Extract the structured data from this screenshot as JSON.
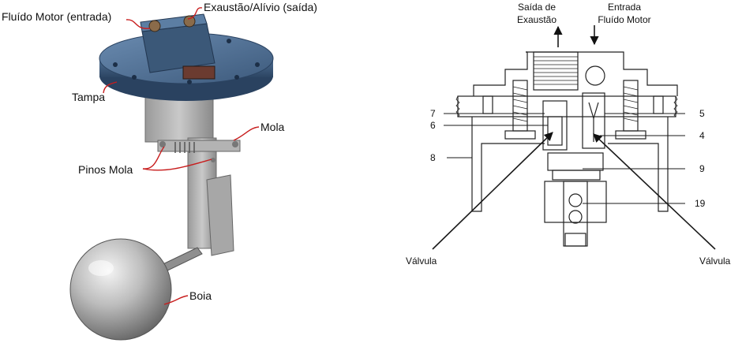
{
  "left_figure": {
    "labels": {
      "motor_fluid_inlet": "Fluído Motor (entrada)",
      "exhaust_relief_outlet": "Exaustão/Alívio (saída)",
      "cover": "Tampa",
      "spring": "Mola",
      "spring_pins": "Pinos Mola",
      "float": "Boia"
    },
    "leader_color": "#c81d1d"
  },
  "right_figure": {
    "top_labels": {
      "exhaust_outlet_line1": "Saída de",
      "exhaust_outlet_line2": "Exaustão",
      "motor_fluid_inlet_line1": "Entrada",
      "motor_fluid_inlet_line2": "Fluído Motor"
    },
    "part_numbers": {
      "p7": "7",
      "p6": "6",
      "p8": "8",
      "p5": "5",
      "p4": "4",
      "p9": "9",
      "p19": "19"
    },
    "valve_left": "Válvula",
    "valve_right": "Válvula"
  }
}
